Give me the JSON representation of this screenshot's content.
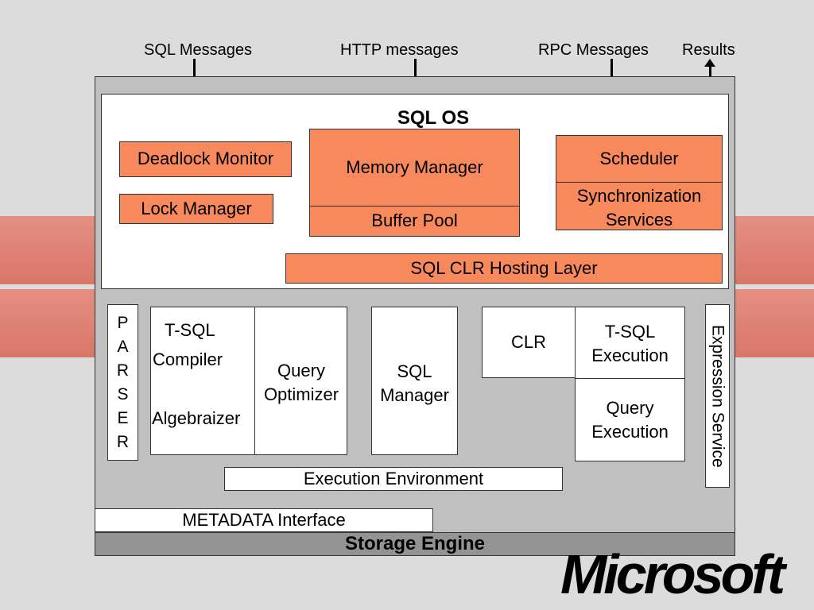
{
  "messages": {
    "sql": "SQL Messages",
    "http": "HTTP messages",
    "rpc": "RPC Messages",
    "results": "Results"
  },
  "sqlos": {
    "title": "SQL OS",
    "deadlock_monitor": "Deadlock Monitor",
    "lock_manager": "Lock Manager",
    "memory_manager": "Memory Manager",
    "buffer_pool": "Buffer Pool",
    "scheduler": "Scheduler",
    "sync_line1": "Synchronization",
    "sync_line2": "Services",
    "clr_hosting": "SQL CLR Hosting Layer"
  },
  "relational": {
    "parser_letters": [
      "P",
      "A",
      "R",
      "S",
      "E",
      "R"
    ],
    "tsql": "T-SQL",
    "compiler": "Compiler",
    "algebraizer": "Algebraizer",
    "query_opt_line1": "Query",
    "query_opt_line2": "Optimizer",
    "sql_mgr_line1": "SQL",
    "sql_mgr_line2": "Manager",
    "clr": "CLR",
    "tsql_exec_line1": "T-SQL",
    "tsql_exec_line2": "Execution",
    "query_exec_line1": "Query",
    "query_exec_line2": "Execution",
    "expression_service": "Expression Service",
    "execution_environment": "Execution Environment"
  },
  "metadata_interface": "METADATA Interface",
  "storage_engine": "Storage Engine",
  "brand": {
    "logo_text": "Microsoft"
  }
}
